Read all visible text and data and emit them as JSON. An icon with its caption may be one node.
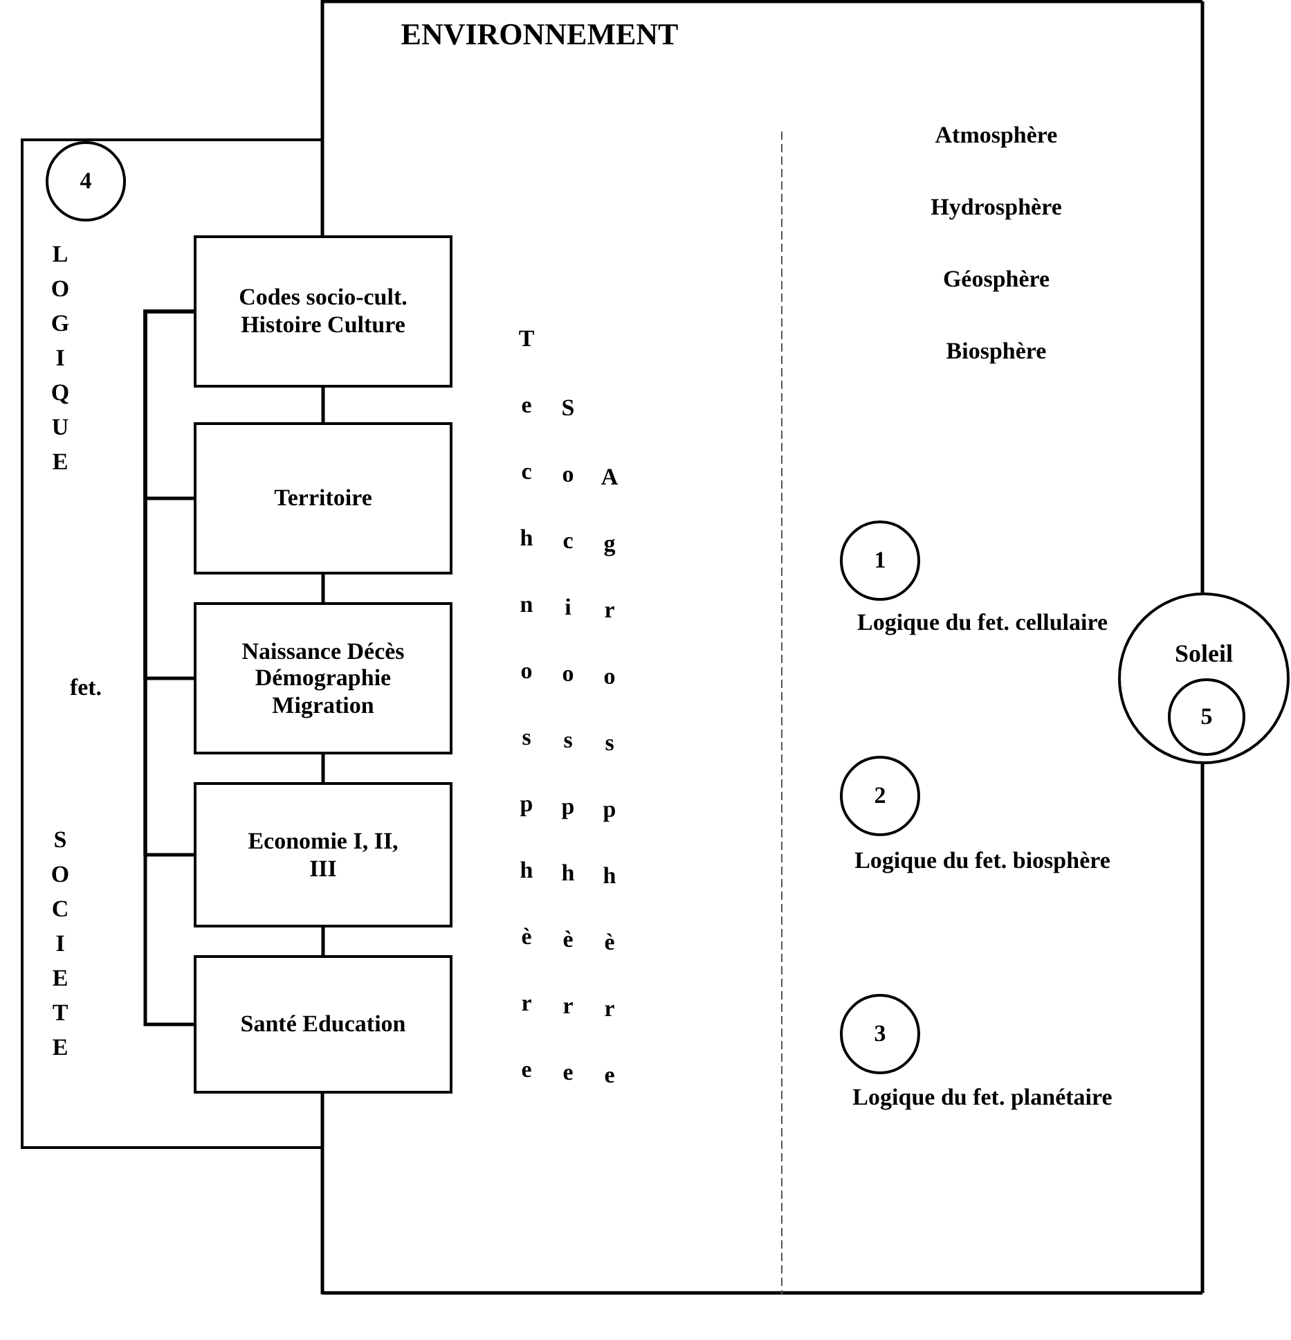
{
  "diagram": {
    "nodes": [
      {
        "text": [
          "ENVIRONNEMENT"
        ]
      },
      {
        "text": [
          "LOGIQUE",
          "fet.",
          "SOCIETE"
        ]
      },
      {
        "text": [
          "4"
        ],
        "in": 1
      },
      {
        "text": [
          "Codes socio-cult. Histoire Culture"
        ]
      },
      {
        "text": [
          "Territoire"
        ]
      },
      {
        "text": [
          "Naissance Décès Démographie Migration"
        ]
      },
      {
        "text": [
          "Economie I, II, III"
        ]
      },
      {
        "text": [
          "Santé Education"
        ]
      },
      {
        "text": [
          "1"
        ],
        "in": 0,
        "beside": [
          "Logique du fet. cellulaire"
        ]
      },
      {
        "text": [
          "2"
        ],
        "in": 0,
        "beside": [
          "Logique du fet. biosphère"
        ]
      },
      {
        "text": [
          "3"
        ],
        "in": 0,
        "beside": [
          "Logique du fet. planétaire"
        ]
      },
      {
        "text": [
          "Soleil"
        ]
      },
      {
        "text": [
          "5"
        ],
        "in": 11
      }
    ],
    "edges": [
      {
        "from": 3,
        "to": 4,
        "arrow": "none"
      },
      {
        "from": 4,
        "to": 5,
        "arrow": "none"
      },
      {
        "from": 5,
        "to": 6,
        "arrow": "none"
      },
      {
        "from": 6,
        "to": 7,
        "arrow": "none"
      },
      {
        "from": 3,
        "to": 4,
        "arrow": "none"
      },
      {
        "from": 3,
        "to": 5,
        "arrow": "none"
      },
      {
        "from": 3,
        "to": 6,
        "arrow": "none"
      },
      {
        "from": 3,
        "to": 7,
        "arrow": "none"
      }
    ],
    "labels": [
      "Technosphère",
      "Sociosphère",
      "Agrosphère",
      "Atmosphère",
      "Hydrosphère",
      "Géosphère",
      "Biosphère"
    ]
  }
}
